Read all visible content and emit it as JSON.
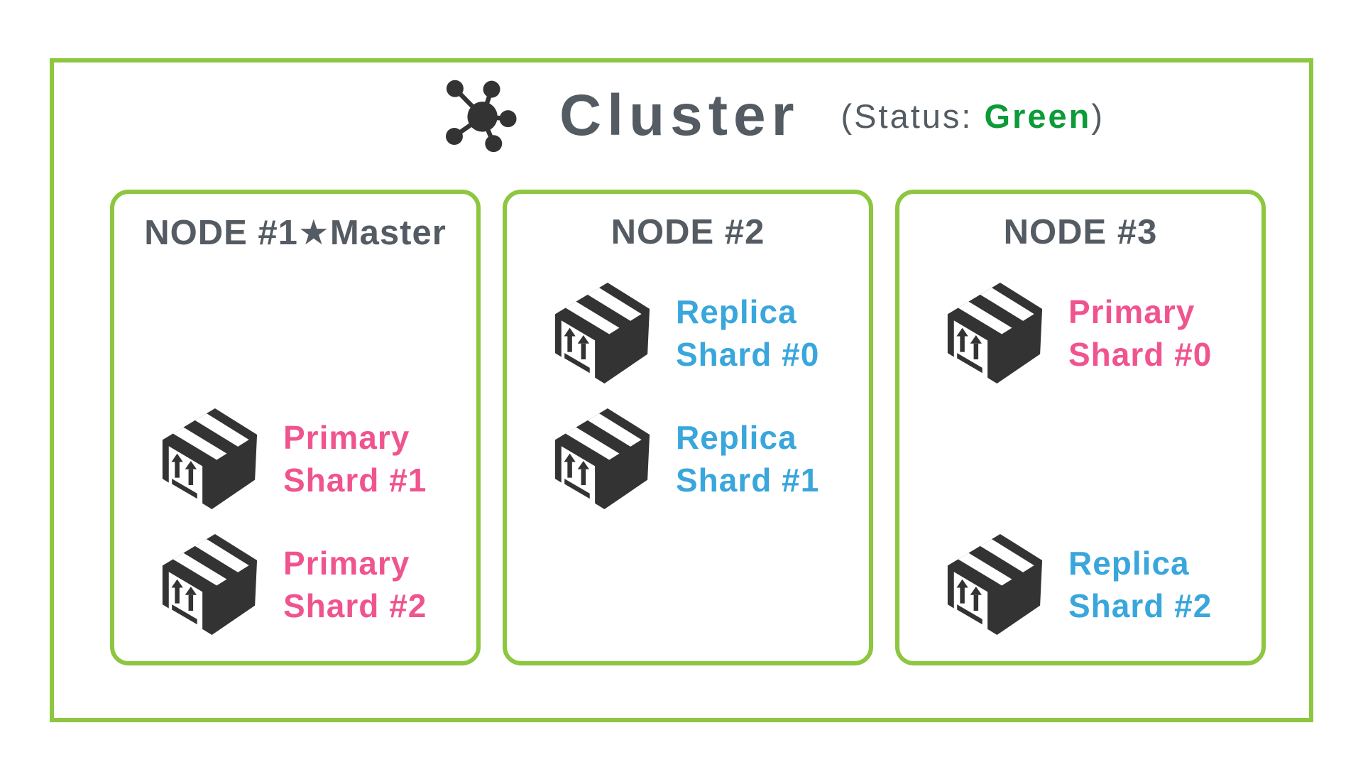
{
  "header": {
    "icon": "network-hub-icon",
    "title": "Cluster",
    "status_prefix": "(Status:",
    "status_value": "Green",
    "status_suffix": ")"
  },
  "nodes": [
    {
      "name": "NODE #1★Master",
      "shards": [
        {
          "role": "primary",
          "line1": "Primary",
          "line2": "Shard #1"
        },
        {
          "role": "primary",
          "line1": "Primary",
          "line2": "Shard #2"
        }
      ]
    },
    {
      "name": "NODE #2",
      "shards": [
        {
          "role": "replica",
          "line1": "Replica",
          "line2": "Shard #0"
        },
        {
          "role": "replica",
          "line1": "Replica",
          "line2": "Shard #1"
        }
      ]
    },
    {
      "name": "NODE #3",
      "shards": [
        {
          "role": "primary",
          "line1": "Primary",
          "line2": "Shard #0"
        },
        {
          "role": "replica",
          "line1": "Replica",
          "line2": "Shard #2"
        }
      ]
    }
  ],
  "colors": {
    "frame_green": "#8dc63f",
    "text_dark_gray": "#545b62",
    "primary_pink": "#f0548f",
    "replica_blue": "#39a6dc",
    "status_green": "#0c9b38",
    "icon_dark": "#333333"
  }
}
